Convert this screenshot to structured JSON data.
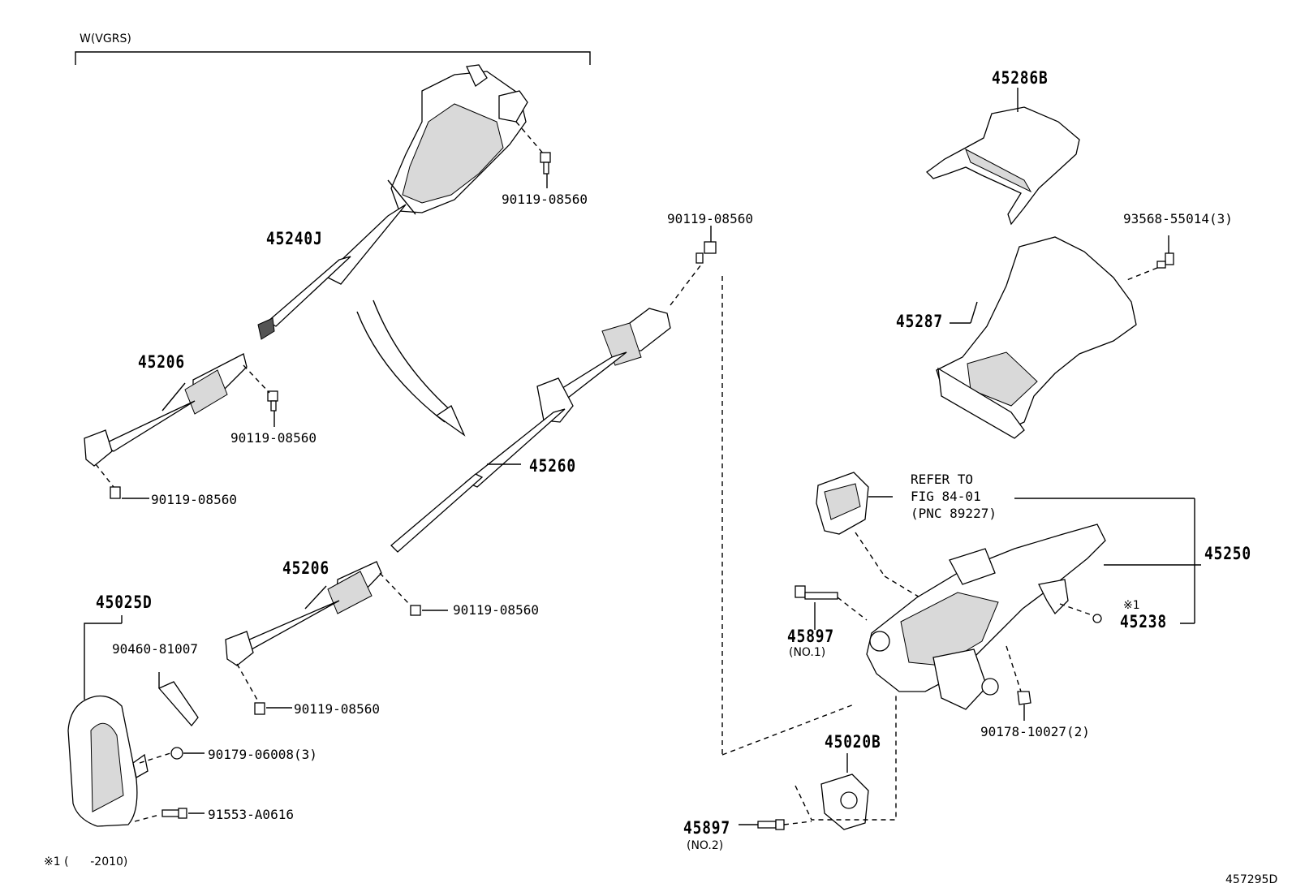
{
  "header": {
    "variant_label": "W(VGRS)"
  },
  "parts": {
    "p45240J": "45240J",
    "p45206_upper": "45206",
    "p45206_lower": "45206",
    "p45260": "45260",
    "p45025D": "45025D",
    "p90460": "90460-81007",
    "p45286B": "45286B",
    "p45287": "45287",
    "p45250": "45250",
    "p45238": "45238",
    "p45897_no1": "45897",
    "p45897_no2": "45897",
    "p45020B": "45020B",
    "b_top_right": "90119-08560",
    "b_center_top": "90119-08560",
    "b_upper_joint": "90119-08560",
    "b_upper_joint_low": "90119-08560",
    "b_lower_joint": "90119-08560",
    "b_lower_joint_low": "90119-08560",
    "b_93568": "93568-55014(3)",
    "b_90179": "90179-06008(3)",
    "b_91553": "91553-A0616",
    "b_90178": "90178-10027(2)"
  },
  "notes": {
    "no1": "(NO.1)",
    "no2": "(NO.2)",
    "mark_45238": "※1",
    "footnote": "※1 (      -2010)",
    "diagram_id": "457295D"
  },
  "refer": {
    "line1": "REFER TO",
    "line2": "FIG 84-01",
    "line3": "(PNC 89227)"
  }
}
